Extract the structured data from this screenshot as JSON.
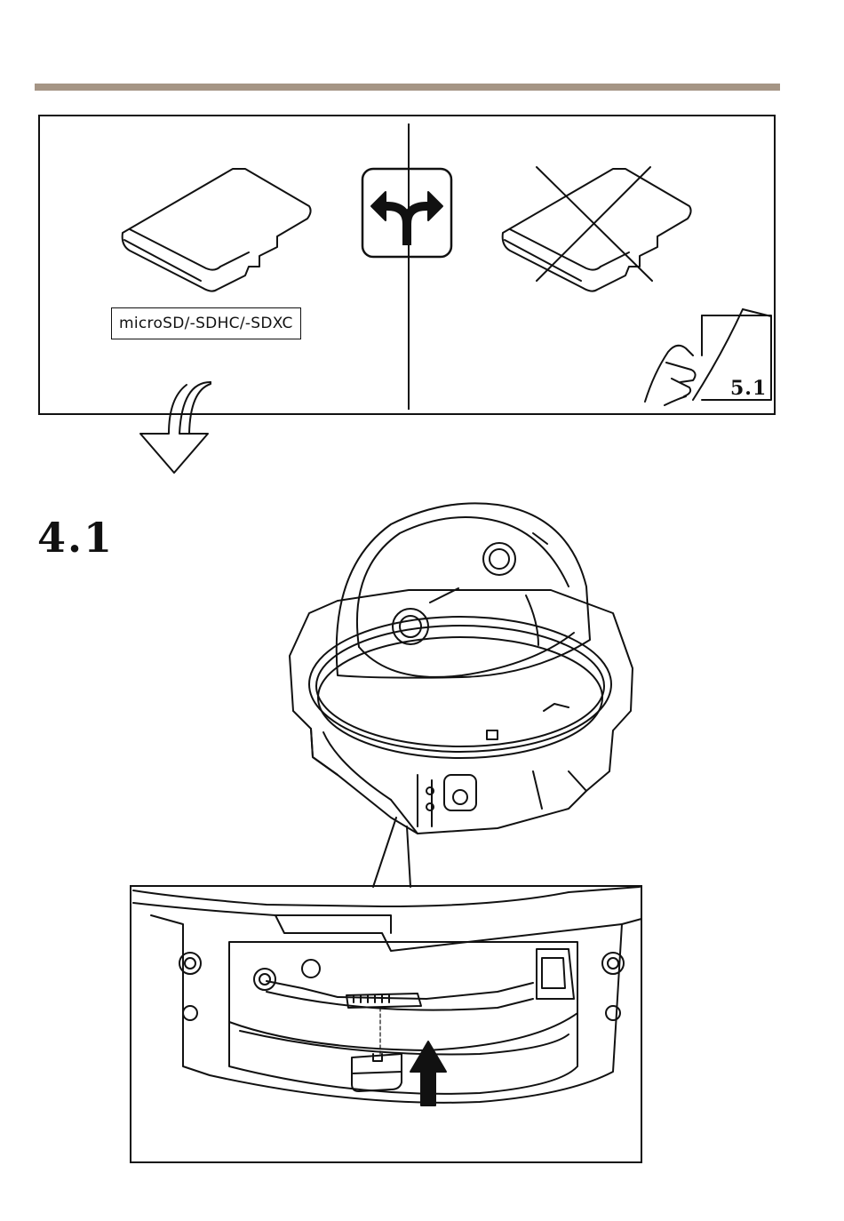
{
  "panel": {
    "card_label": "microSD/-SDHC/-SDXC",
    "reference_step": "5.1"
  },
  "step": {
    "number": "4.1"
  },
  "icons": {
    "choice": "split-arrow-icon",
    "card": "microsd-card-icon",
    "crossed_card": "crossed-card-icon",
    "page_turn": "page-turn-icon",
    "down_arrow": "curved-down-arrow-icon",
    "insert_arrow": "insert-up-arrow-icon"
  }
}
